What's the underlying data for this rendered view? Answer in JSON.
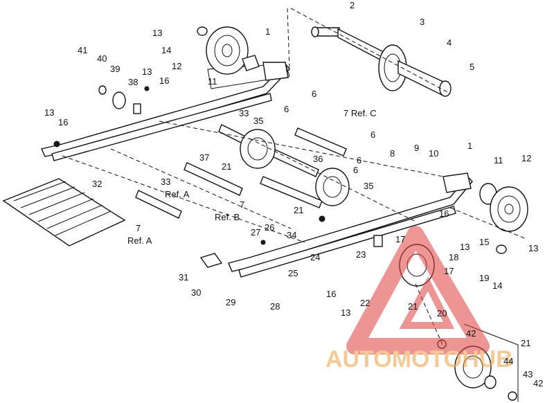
{
  "watermark": {
    "text": "AUTOMOTOHUB",
    "color": "#e8a040",
    "triangle_color": "#e04040"
  },
  "callouts": [
    {
      "id": "c2",
      "text": "2"
    },
    {
      "id": "c3",
      "text": "3"
    },
    {
      "id": "c4",
      "text": "4"
    },
    {
      "id": "c5",
      "text": "5"
    },
    {
      "id": "c1a",
      "text": "1"
    },
    {
      "id": "c13a",
      "text": "13"
    },
    {
      "id": "c14a",
      "text": "14"
    },
    {
      "id": "c12a",
      "text": "12"
    },
    {
      "id": "c11a",
      "text": "11"
    },
    {
      "id": "c41",
      "text": "41"
    },
    {
      "id": "c40",
      "text": "40"
    },
    {
      "id": "c39",
      "text": "39"
    },
    {
      "id": "c13b",
      "text": "13"
    },
    {
      "id": "c38",
      "text": "38"
    },
    {
      "id": "c16a",
      "text": "16"
    },
    {
      "id": "c13c",
      "text": "13"
    },
    {
      "id": "c16b",
      "text": "16"
    },
    {
      "id": "c6a",
      "text": "6"
    },
    {
      "id": "c6b",
      "text": "6"
    },
    {
      "id": "c33a",
      "text": "33"
    },
    {
      "id": "c35a",
      "text": "35"
    },
    {
      "id": "c7refc",
      "text": "7 Ref. C"
    },
    {
      "id": "c6c",
      "text": "6"
    },
    {
      "id": "c21a",
      "text": "21"
    },
    {
      "id": "c37",
      "text": "37"
    },
    {
      "id": "c36",
      "text": "36"
    },
    {
      "id": "c6d",
      "text": "6"
    },
    {
      "id": "c6e",
      "text": "6"
    },
    {
      "id": "c8",
      "text": "8"
    },
    {
      "id": "c9",
      "text": "9"
    },
    {
      "id": "c10",
      "text": "10"
    },
    {
      "id": "c1b",
      "text": "1"
    },
    {
      "id": "c11b",
      "text": "11"
    },
    {
      "id": "c12b",
      "text": "12"
    },
    {
      "id": "c33b",
      "text": "33"
    },
    {
      "id": "crefa1",
      "text": "Ref. A"
    },
    {
      "id": "c35b",
      "text": "35"
    },
    {
      "id": "c32",
      "text": "32"
    },
    {
      "id": "c7b",
      "text": "7"
    },
    {
      "id": "crefb",
      "text": "Ref. B"
    },
    {
      "id": "c21b",
      "text": "21"
    },
    {
      "id": "c16c",
      "text": "16"
    },
    {
      "id": "c7a",
      "text": "7"
    },
    {
      "id": "crefa2",
      "text": "Ref. A"
    },
    {
      "id": "c27",
      "text": "27"
    },
    {
      "id": "c26",
      "text": "26"
    },
    {
      "id": "c34",
      "text": "34"
    },
    {
      "id": "c13d",
      "text": "13"
    },
    {
      "id": "c15",
      "text": "15"
    },
    {
      "id": "c13e",
      "text": "13"
    },
    {
      "id": "c17a",
      "text": "17"
    },
    {
      "id": "c23",
      "text": "23"
    },
    {
      "id": "c24",
      "text": "24"
    },
    {
      "id": "c31",
      "text": "31"
    },
    {
      "id": "c18",
      "text": "18"
    },
    {
      "id": "c14b",
      "text": "14"
    },
    {
      "id": "c25",
      "text": "25"
    },
    {
      "id": "c17b",
      "text": "17"
    },
    {
      "id": "c30",
      "text": "30"
    },
    {
      "id": "c19",
      "text": "19"
    },
    {
      "id": "c29",
      "text": "29"
    },
    {
      "id": "c16d",
      "text": "16"
    },
    {
      "id": "c22",
      "text": "22"
    },
    {
      "id": "c28",
      "text": "28"
    },
    {
      "id": "c13f",
      "text": "13"
    },
    {
      "id": "c21c",
      "text": "21"
    },
    {
      "id": "c20",
      "text": "20"
    },
    {
      "id": "c42a",
      "text": "42"
    },
    {
      "id": "c21d",
      "text": "21"
    },
    {
      "id": "c44",
      "text": "44"
    },
    {
      "id": "c43",
      "text": "43"
    },
    {
      "id": "c42b",
      "text": "42"
    }
  ]
}
